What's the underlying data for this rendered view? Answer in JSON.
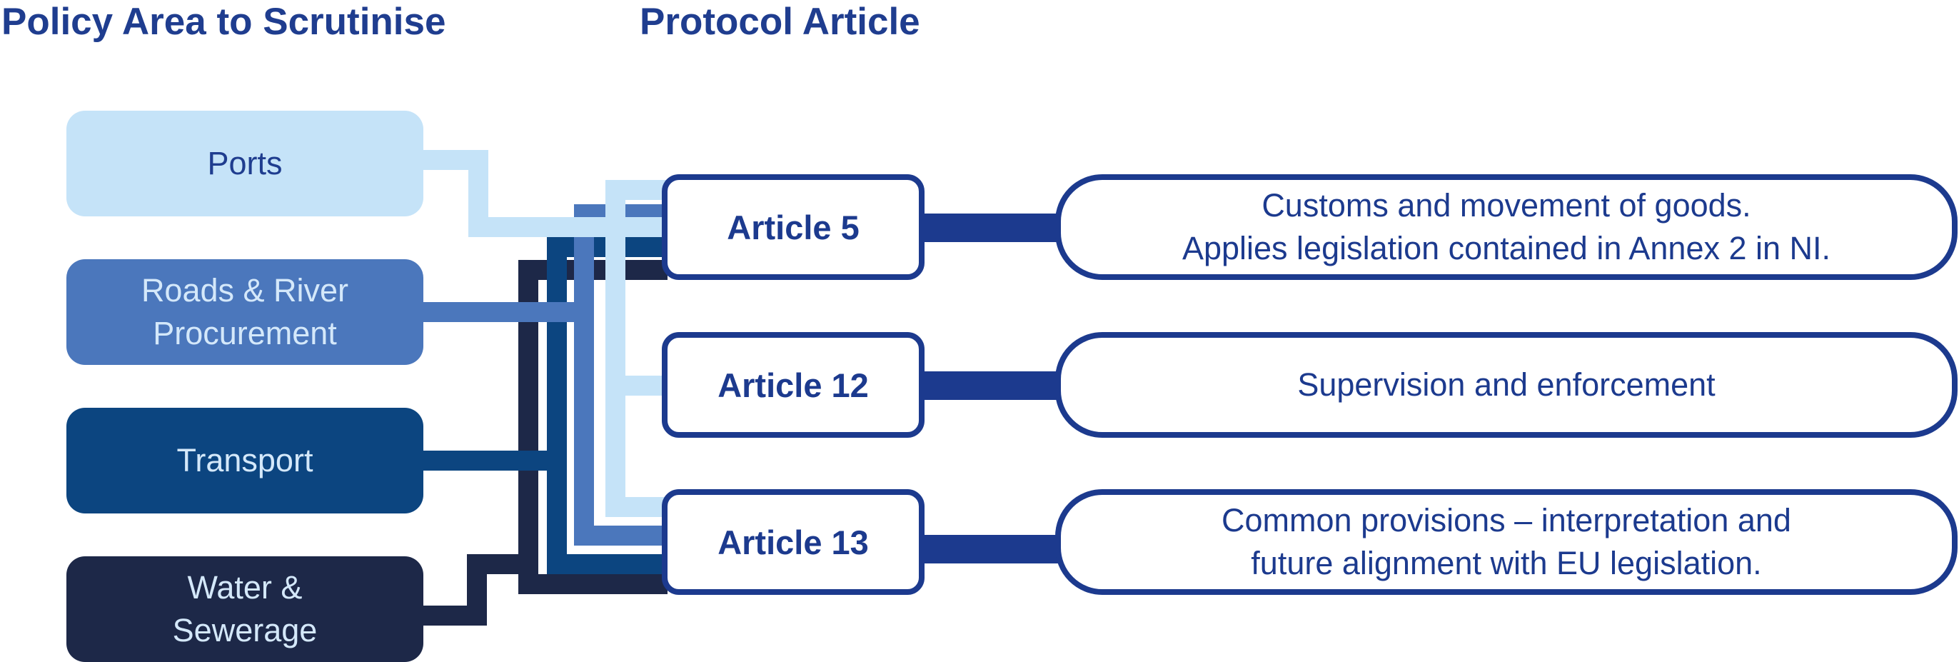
{
  "headers": {
    "policy_area": "Policy Area to Scrutinise",
    "protocol_article": "Protocol Article"
  },
  "policy_areas": [
    {
      "label": "Ports",
      "fill": "#c5e3f8",
      "text": "#1f3d8f",
      "connects_to": [
        "Article 5",
        "Article 12",
        "Article 13"
      ]
    },
    {
      "label": "Roads & River\nProcurement",
      "fill": "#4b77bc",
      "text": "#d4e8fa",
      "connects_to": [
        "Article 5",
        "Article 13"
      ]
    },
    {
      "label": "Transport",
      "fill": "#0c4580",
      "text": "#d4e8fa",
      "connects_to": [
        "Article 5",
        "Article 13"
      ]
    },
    {
      "label": "Water &\nSewerage",
      "fill": "#1d2848",
      "text": "#d4e8fa",
      "connects_to": [
        "Article 5",
        "Article 13"
      ]
    }
  ],
  "articles": [
    {
      "label": "Article 5",
      "description": "Customs and movement of goods.\nApplies legislation contained in Annex 2 in NI."
    },
    {
      "label": "Article 12",
      "description": "Supervision and enforcement"
    },
    {
      "label": "Article 13",
      "description": "Common provisions – interpretation and\nfuture alignment with EU legislation."
    }
  ],
  "colors": {
    "border": "#1c3a8e",
    "connector": "#1c3a8e",
    "header": "#1f3d8f"
  }
}
